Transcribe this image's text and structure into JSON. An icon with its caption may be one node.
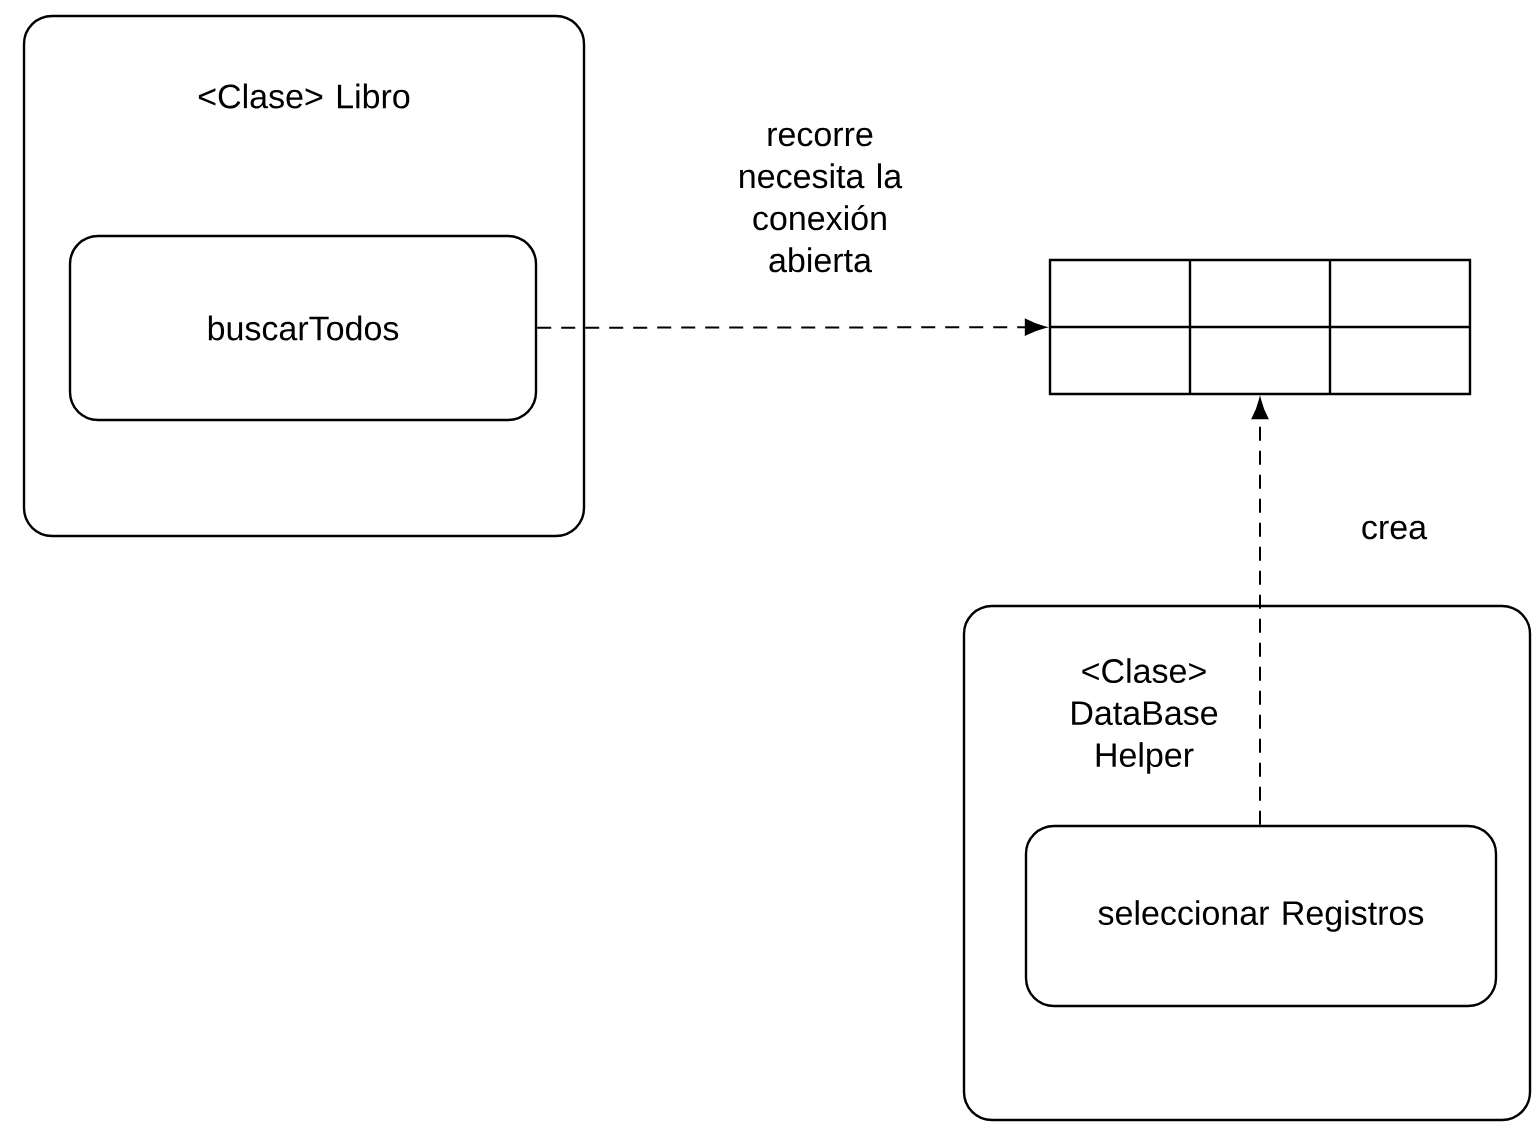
{
  "diagram": {
    "nodes": [
      {
        "text": [
          "<Clase> Libro"
        ]
      },
      {
        "text": [
          "buscarTodos"
        ],
        "in": 0
      },
      {
        "text": [],
        "shape": "table"
      },
      {
        "text": [
          "<Clase> DataBase Helper"
        ]
      },
      {
        "text": [
          "seleccionar Registros"
        ],
        "in": 3
      }
    ],
    "edges": [
      {
        "from": 1,
        "to": 2,
        "arrow": "to",
        "style": "dashed",
        "label": "recorre necesita la conexión abierta"
      },
      {
        "from": 4,
        "to": 2,
        "arrow": "to",
        "style": "dashed",
        "label": "crea"
      }
    ]
  }
}
